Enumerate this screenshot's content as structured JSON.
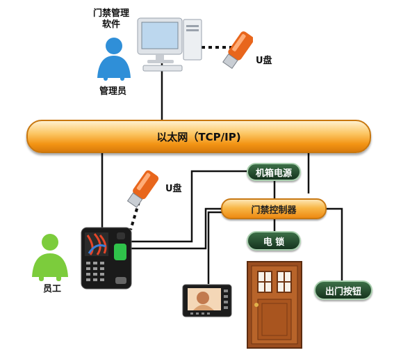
{
  "labels": {
    "admin_software": "门禁管理\n软件",
    "admin": "管理员",
    "usb_top": "U盘",
    "usb_mid": "U盘",
    "network": "以太网（TCP/IP)",
    "power_box": "机箱电源",
    "controller": "门禁控制器",
    "electric_lock": "电 锁",
    "exit_button": "出门按钮",
    "staff": "员工"
  },
  "colors": {
    "person": "#2f8fd8",
    "staff": "#7ccc3c",
    "usb": "#e8661c",
    "bus": "#f39414",
    "green_pill": "#1e4a2a",
    "door": "#9a4d1f",
    "line": "#111111"
  },
  "icons": [
    "admin-person-icon",
    "computer-icon",
    "usb-drive-icon",
    "staff-person-icon",
    "access-terminal-icon",
    "video-intercom-icon",
    "door-icon"
  ]
}
